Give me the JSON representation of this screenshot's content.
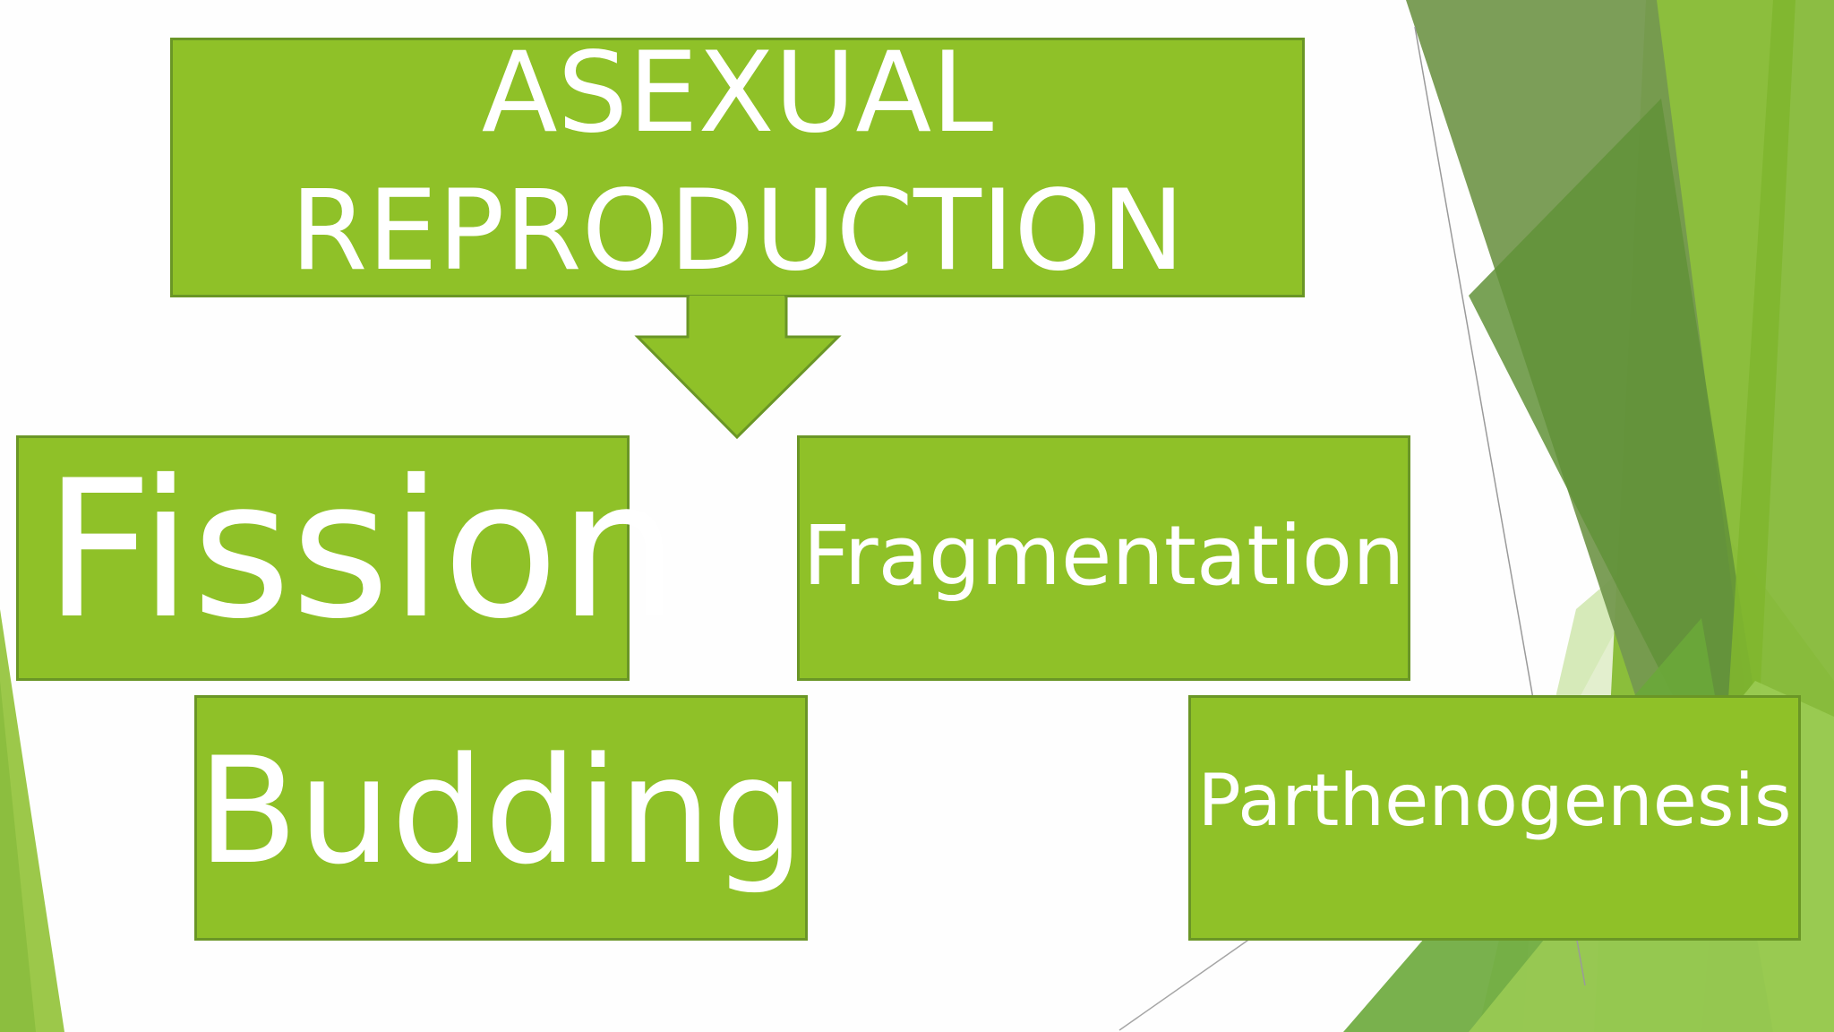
{
  "slide": {
    "title_lines": [
      "ASEXUAL",
      "REPRODUCTION"
    ],
    "methods": {
      "fission": "Fission",
      "fragmentation": "Fragmentation",
      "budding": "Budding",
      "parthenogenesis": "Parthenogenesis"
    }
  },
  "colors": {
    "box_fill": "#8fc128",
    "box_border": "#6a9626",
    "text": "#ffffff",
    "background": "#fefefe"
  }
}
